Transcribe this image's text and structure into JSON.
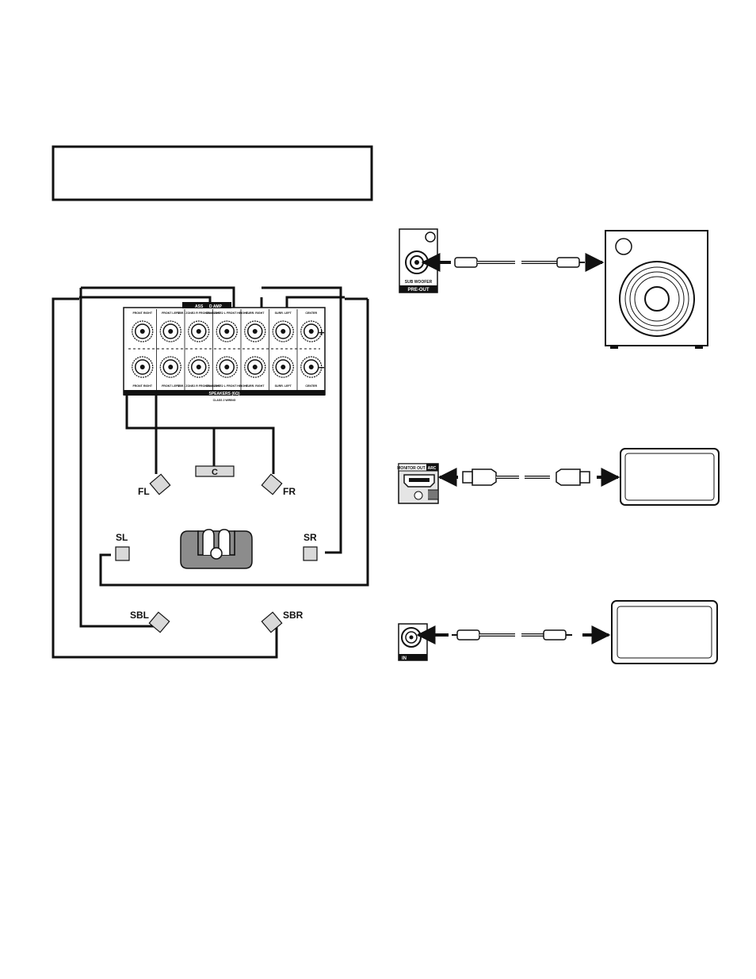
{
  "speaker_labels": {
    "fl": "FL",
    "fr": "FR",
    "c": "C",
    "sl": "SL",
    "sr": "SR",
    "sbl": "SBL",
    "sbr": "SBR"
  },
  "terminal_panel": {
    "columns": [
      {
        "top": "FRONT RIGHT",
        "bottom": "FRONT RIGHT"
      },
      {
        "top": "FRONT LEFT",
        "bottom": "FRONT LEFT"
      },
      {
        "top": "SBR / ZONE2 R FRONT HEIGHT",
        "bottom": "SBR / ZONE2 R FRONT HEIGHT"
      },
      {
        "top": "SBL / ZONE2 L FRONT HEIGHT",
        "bottom": "SBL / ZONE2 L FRONT HEIGHT"
      },
      {
        "top": "SURR. RIGHT",
        "bottom": "SURR. RIGHT"
      },
      {
        "top": "SURR. LEFT",
        "bottom": "SURR. LEFT"
      },
      {
        "top": "CENTER",
        "bottom": "CENTER"
      }
    ],
    "assign_a": "ASS",
    "assign_b": "D AMP",
    "footer": "SPEAKERS (6Ω)",
    "footer_sub": "CLASS 2 WIRING",
    "plus": "+",
    "minus": "−"
  },
  "subwoofer_jack": {
    "label": "SUB WOOFER",
    "section": "PRE-OUT"
  },
  "hdmi_jack": {
    "label": "MONITOR OUT",
    "badge": "ARC"
  },
  "video_jack": {
    "label": "IN"
  },
  "colors": {
    "ink": "#111111",
    "speaker_fill": "#d9d9d9",
    "listener_fill": "#8c8c8c",
    "panel_bar": "#111111"
  },
  "icons": [
    "subwoofer-icon",
    "tv-icon",
    "monitor-icon",
    "listener-icon",
    "arrow-icon"
  ]
}
